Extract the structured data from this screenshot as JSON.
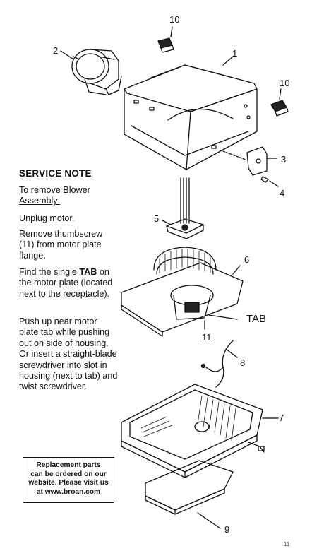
{
  "callouts": {
    "n1": "1",
    "n2": "2",
    "n3": "3",
    "n4": "4",
    "n5": "5",
    "n6": "6",
    "n7": "7",
    "n8": "8",
    "n9": "9",
    "n10a": "10",
    "n10b": "10",
    "n11": "11"
  },
  "tab_label": "TAB",
  "service_note": {
    "title": "SERVICE NOTE",
    "subtitle_line1": "To remove Blower",
    "subtitle_line2": "Assembly:",
    "step1": "Unplug motor.",
    "step2": "Remove thumbscrew (11)  from motor plate flange.",
    "step3_prefix": "Find the single ",
    "step3_bold": "TAB",
    "step3_suffix": " on the motor plate (located next to the receptacle).",
    "step4": "Push up near motor plate tab while pushing out on side of housing. Or insert a straight-blade screwdriver into slot in housing (next to tab) and twist screwdriver."
  },
  "replacement_box": {
    "line1": "Replacement parts",
    "line2": "can be ordered on our",
    "line3": "website. Please visit us",
    "line4": "at www.broan.com"
  },
  "page_mark": "11"
}
